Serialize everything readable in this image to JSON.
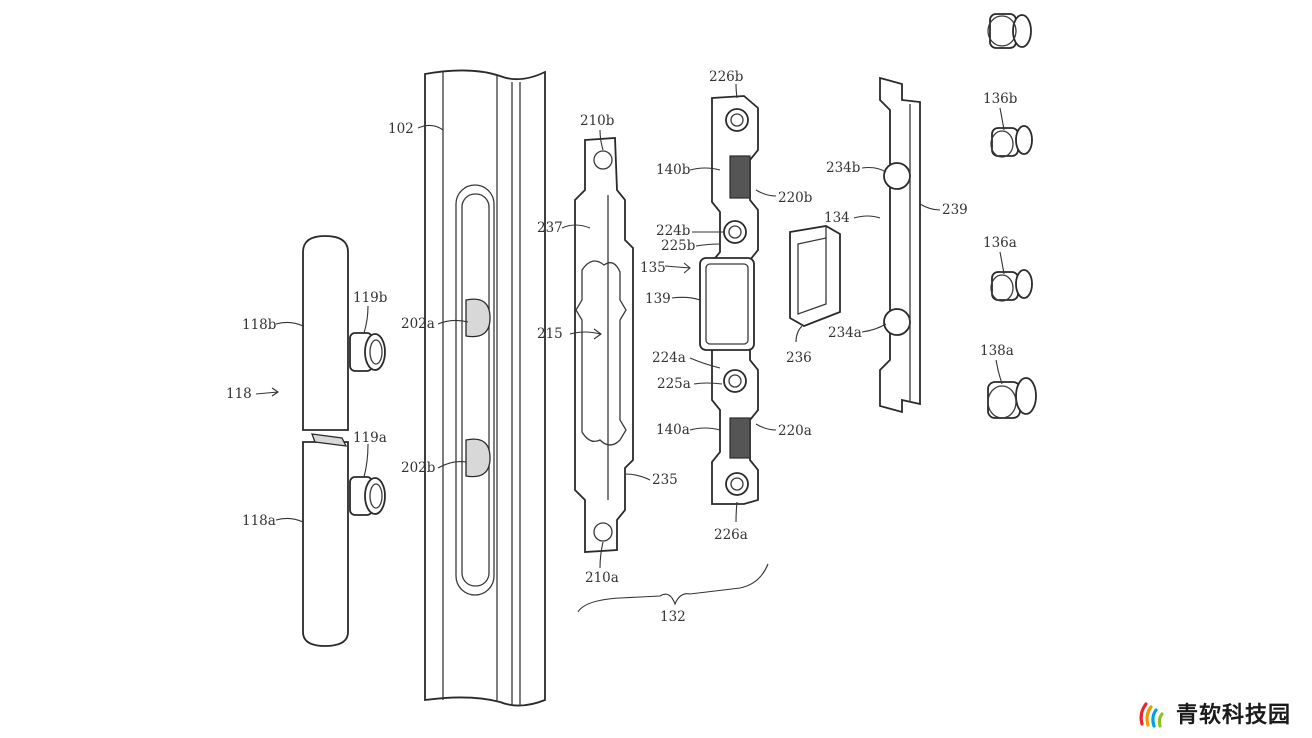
{
  "figure": {
    "labels": {
      "l102": "102",
      "l118": "118",
      "l118a": "118a",
      "l118b": "118b",
      "l119a": "119a",
      "l119b": "119b",
      "l202a": "202a",
      "l202b": "202b",
      "l210a": "210a",
      "l210b": "210b",
      "l215": "215",
      "l235": "235",
      "l237": "237",
      "l132": "132",
      "l135": "135",
      "l139": "139",
      "l140a": "140a",
      "l140b": "140b",
      "l220a": "220a",
      "l220b": "220b",
      "l224a": "224a",
      "l224b": "224b",
      "l225a": "225a",
      "l225b": "225b",
      "l226a": "226a",
      "l226b": "226b",
      "l236": "236",
      "l134": "134",
      "l234a": "234a",
      "l234b": "234b",
      "l239": "239",
      "l136a": "136a",
      "l136b": "136b",
      "l138a": "138a"
    }
  },
  "watermark": {
    "text": "青软科技园",
    "colors": [
      "#e6262d",
      "#f39800",
      "#00a0e9",
      "#8fc31f"
    ]
  }
}
